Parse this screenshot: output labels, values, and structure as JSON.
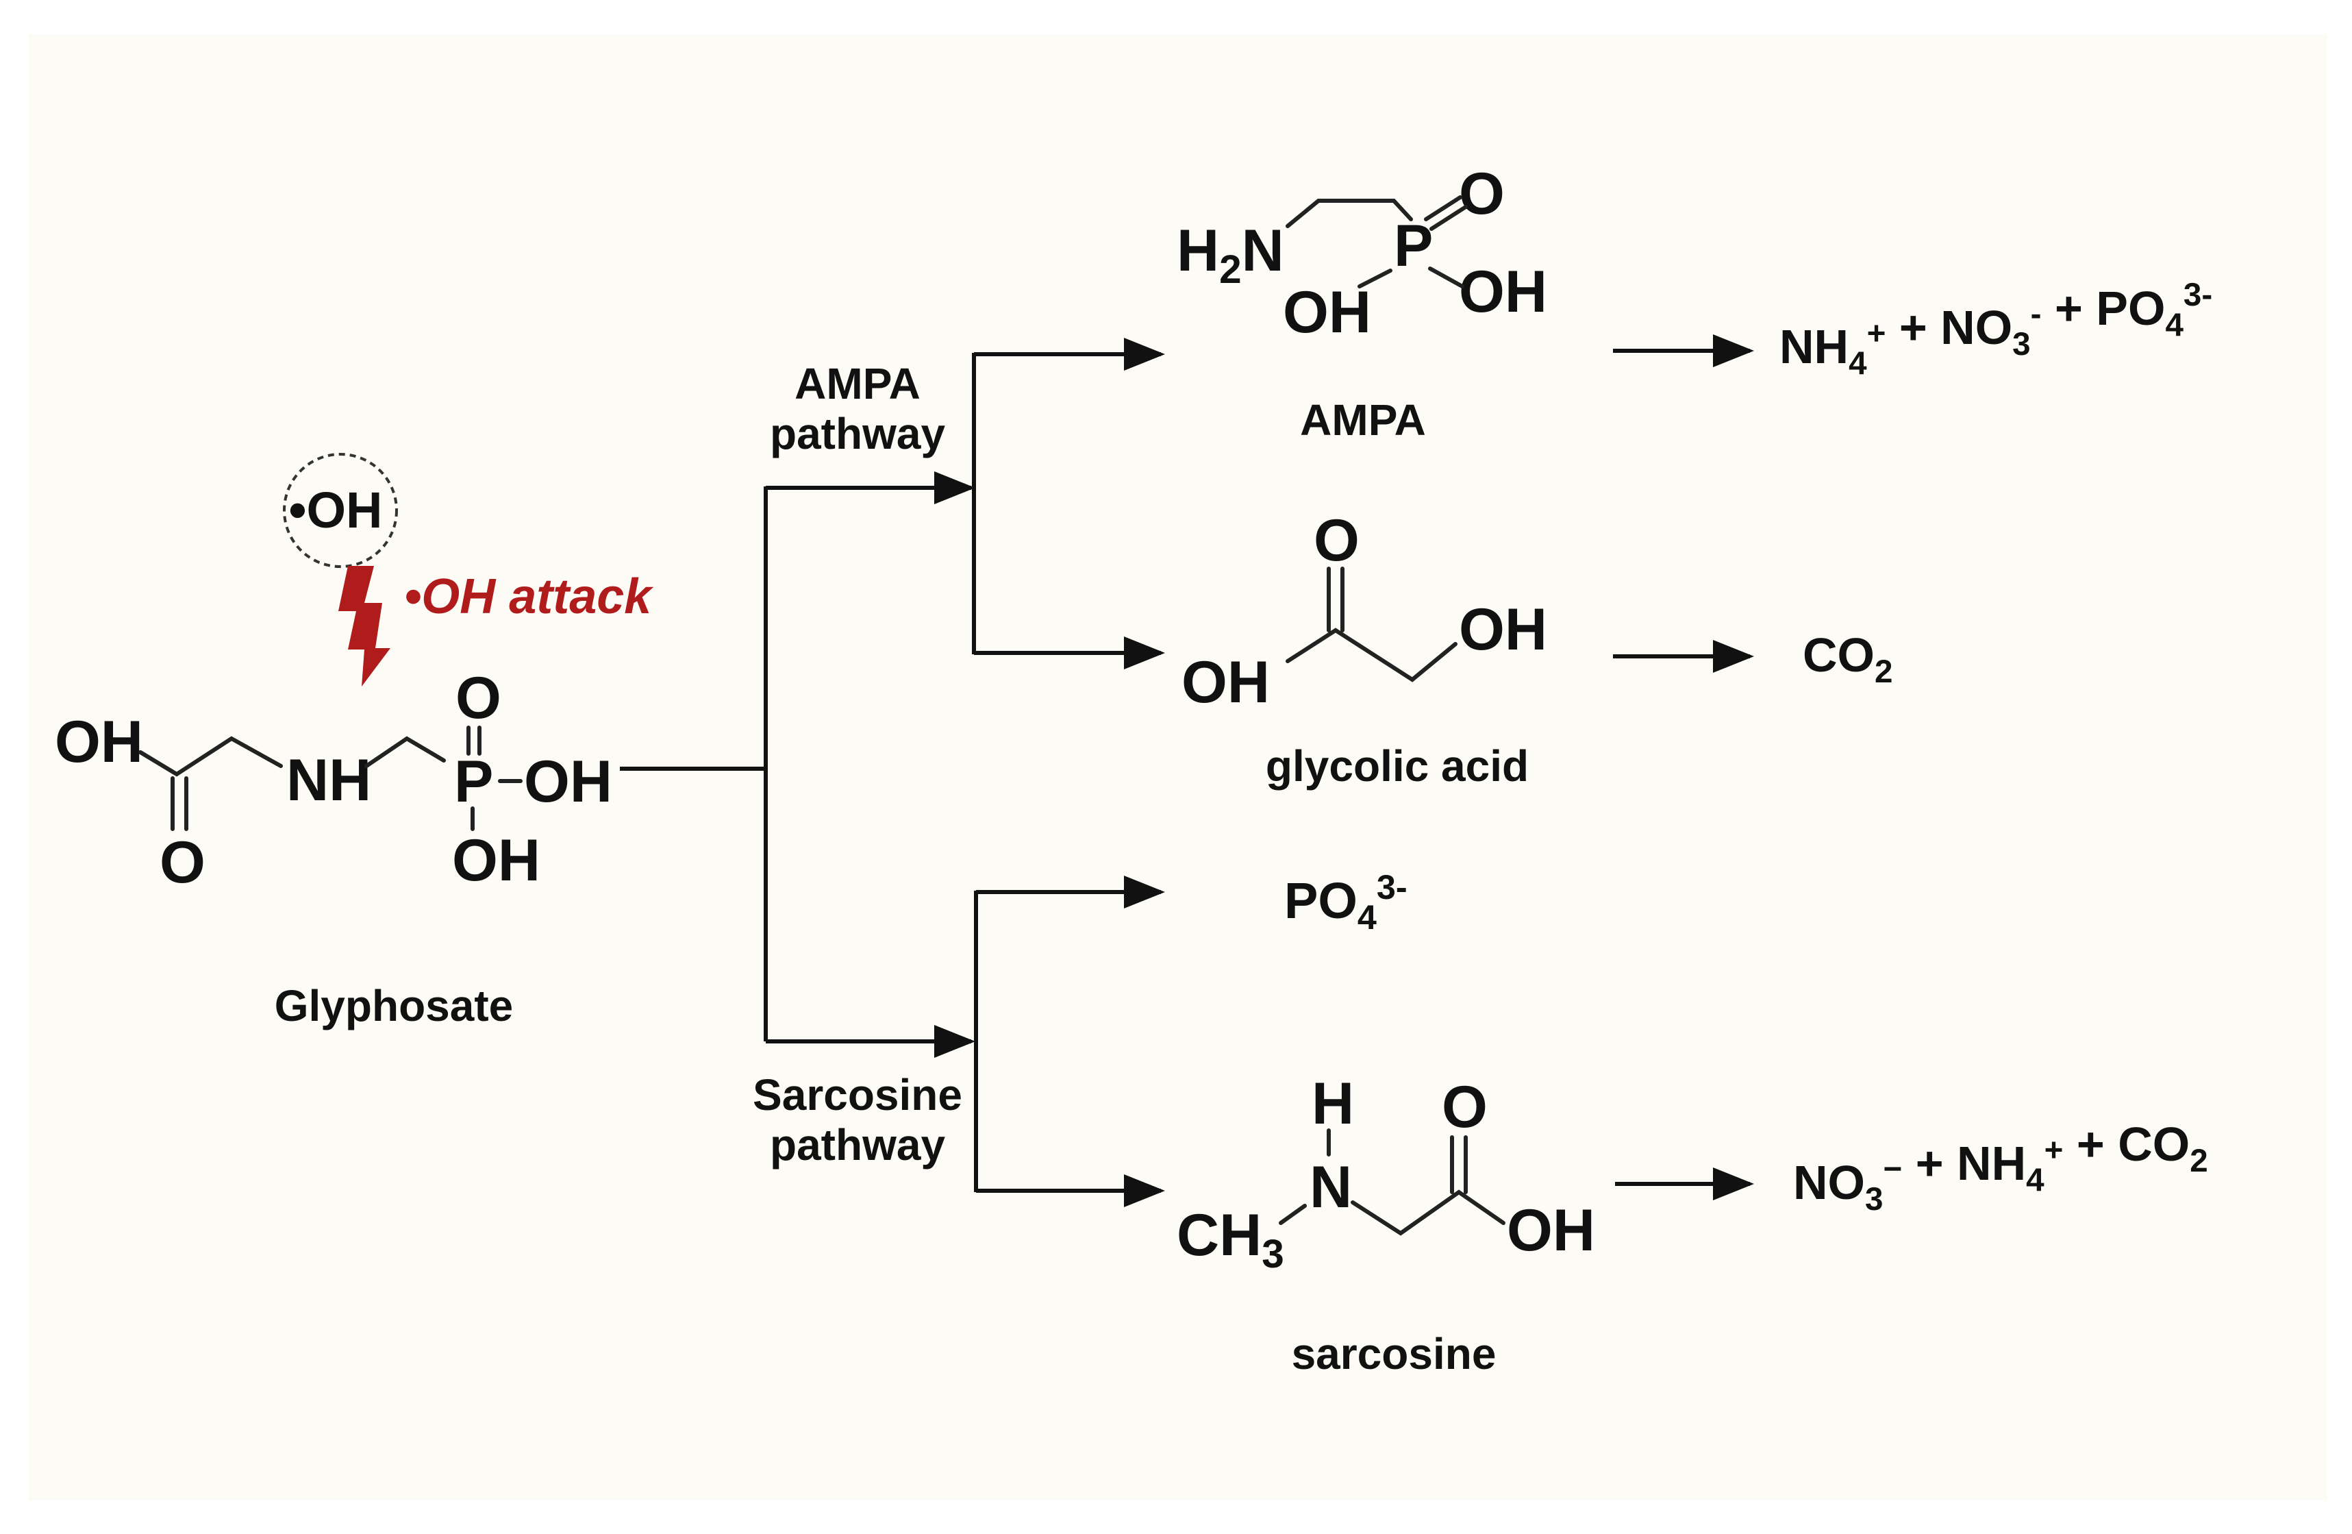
{
  "colors": {
    "background": "#fdfbf5",
    "attack": "#b01c1c",
    "ink": "#111111"
  },
  "radical": {
    "circle_label": "•OH",
    "attack_label": "•OH attack"
  },
  "glyphosate": {
    "name": "Glyphosate",
    "atoms": {
      "oh_acid": "OH",
      "o_carbonyl": "O",
      "nh": "NH",
      "p": "P",
      "p_o": "O",
      "p_oh_right": "OH",
      "p_oh_bottom": "OH"
    }
  },
  "pathways": {
    "ampa": [
      "AMPA",
      "pathway"
    ],
    "sarcosine": [
      "Sarcosine",
      "pathway"
    ]
  },
  "ampa": {
    "name": "AMPA",
    "atoms": {
      "h2n": [
        "H",
        "2",
        "N"
      ],
      "p": "P",
      "o": "O",
      "oh_left": "OH",
      "oh_right": "OH"
    },
    "products": [
      {
        "main": "NH",
        "sub": "4",
        "sup": "+"
      },
      {
        "main": " + NO",
        "sub": "3",
        "sup": "-"
      },
      {
        "main": " + PO",
        "sub": "4",
        "sup": "3-"
      }
    ]
  },
  "glycolic_acid": {
    "name": "glycolic acid",
    "atoms": {
      "o": "O",
      "oh_left": "OH",
      "oh_right": "OH"
    },
    "products": [
      {
        "main": "CO",
        "sub": "2",
        "sup": ""
      }
    ]
  },
  "phosphate": {
    "main": "PO",
    "sub": "4",
    "sup": "3-"
  },
  "sarcosine": {
    "name": "sarcosine",
    "atoms": {
      "h": "H",
      "n": "N",
      "ch3": [
        "CH",
        "3"
      ],
      "o": "O",
      "oh": "OH"
    },
    "products": [
      {
        "main": "NO",
        "sub": "3",
        "sup": "−"
      },
      {
        "main": " + NH",
        "sub": "4",
        "sup": "+"
      },
      {
        "main": " + CO",
        "sub": "2",
        "sup": ""
      }
    ]
  }
}
